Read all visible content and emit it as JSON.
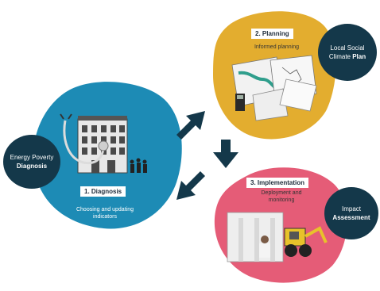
{
  "colors": {
    "diagnosis_circle": "#1d8bb5",
    "planning_circle": "#e3ad2f",
    "implementation_circle": "#e55c77",
    "badge": "#14384a",
    "arrow": "#14384a"
  },
  "stages": {
    "diagnosis": {
      "title": "1. Diagnosis",
      "subtitle_line1": "Choosing and updating",
      "subtitle_line2": "indicators"
    },
    "planning": {
      "title": "2. Planning",
      "subtitle": "Informed planning"
    },
    "implementation": {
      "title": "3. Implementation",
      "subtitle_line1": "Deployment and",
      "subtitle_line2": "monitoring"
    }
  },
  "badges": {
    "diagnosis": {
      "line1": "Energy Poverty",
      "line2": "Diagnosis"
    },
    "planning": {
      "line1": "Local Social",
      "line2_prefix": "Climate ",
      "line2_bold": "Plan"
    },
    "implementation": {
      "line1": "Impact",
      "line2": "Assessment"
    }
  },
  "icons": {
    "diagnosis_illustration": "building-stethoscope-icon",
    "planning_illustration": "maps-documents-icon",
    "implementation_illustration": "construction-worker-excavator-icon"
  }
}
